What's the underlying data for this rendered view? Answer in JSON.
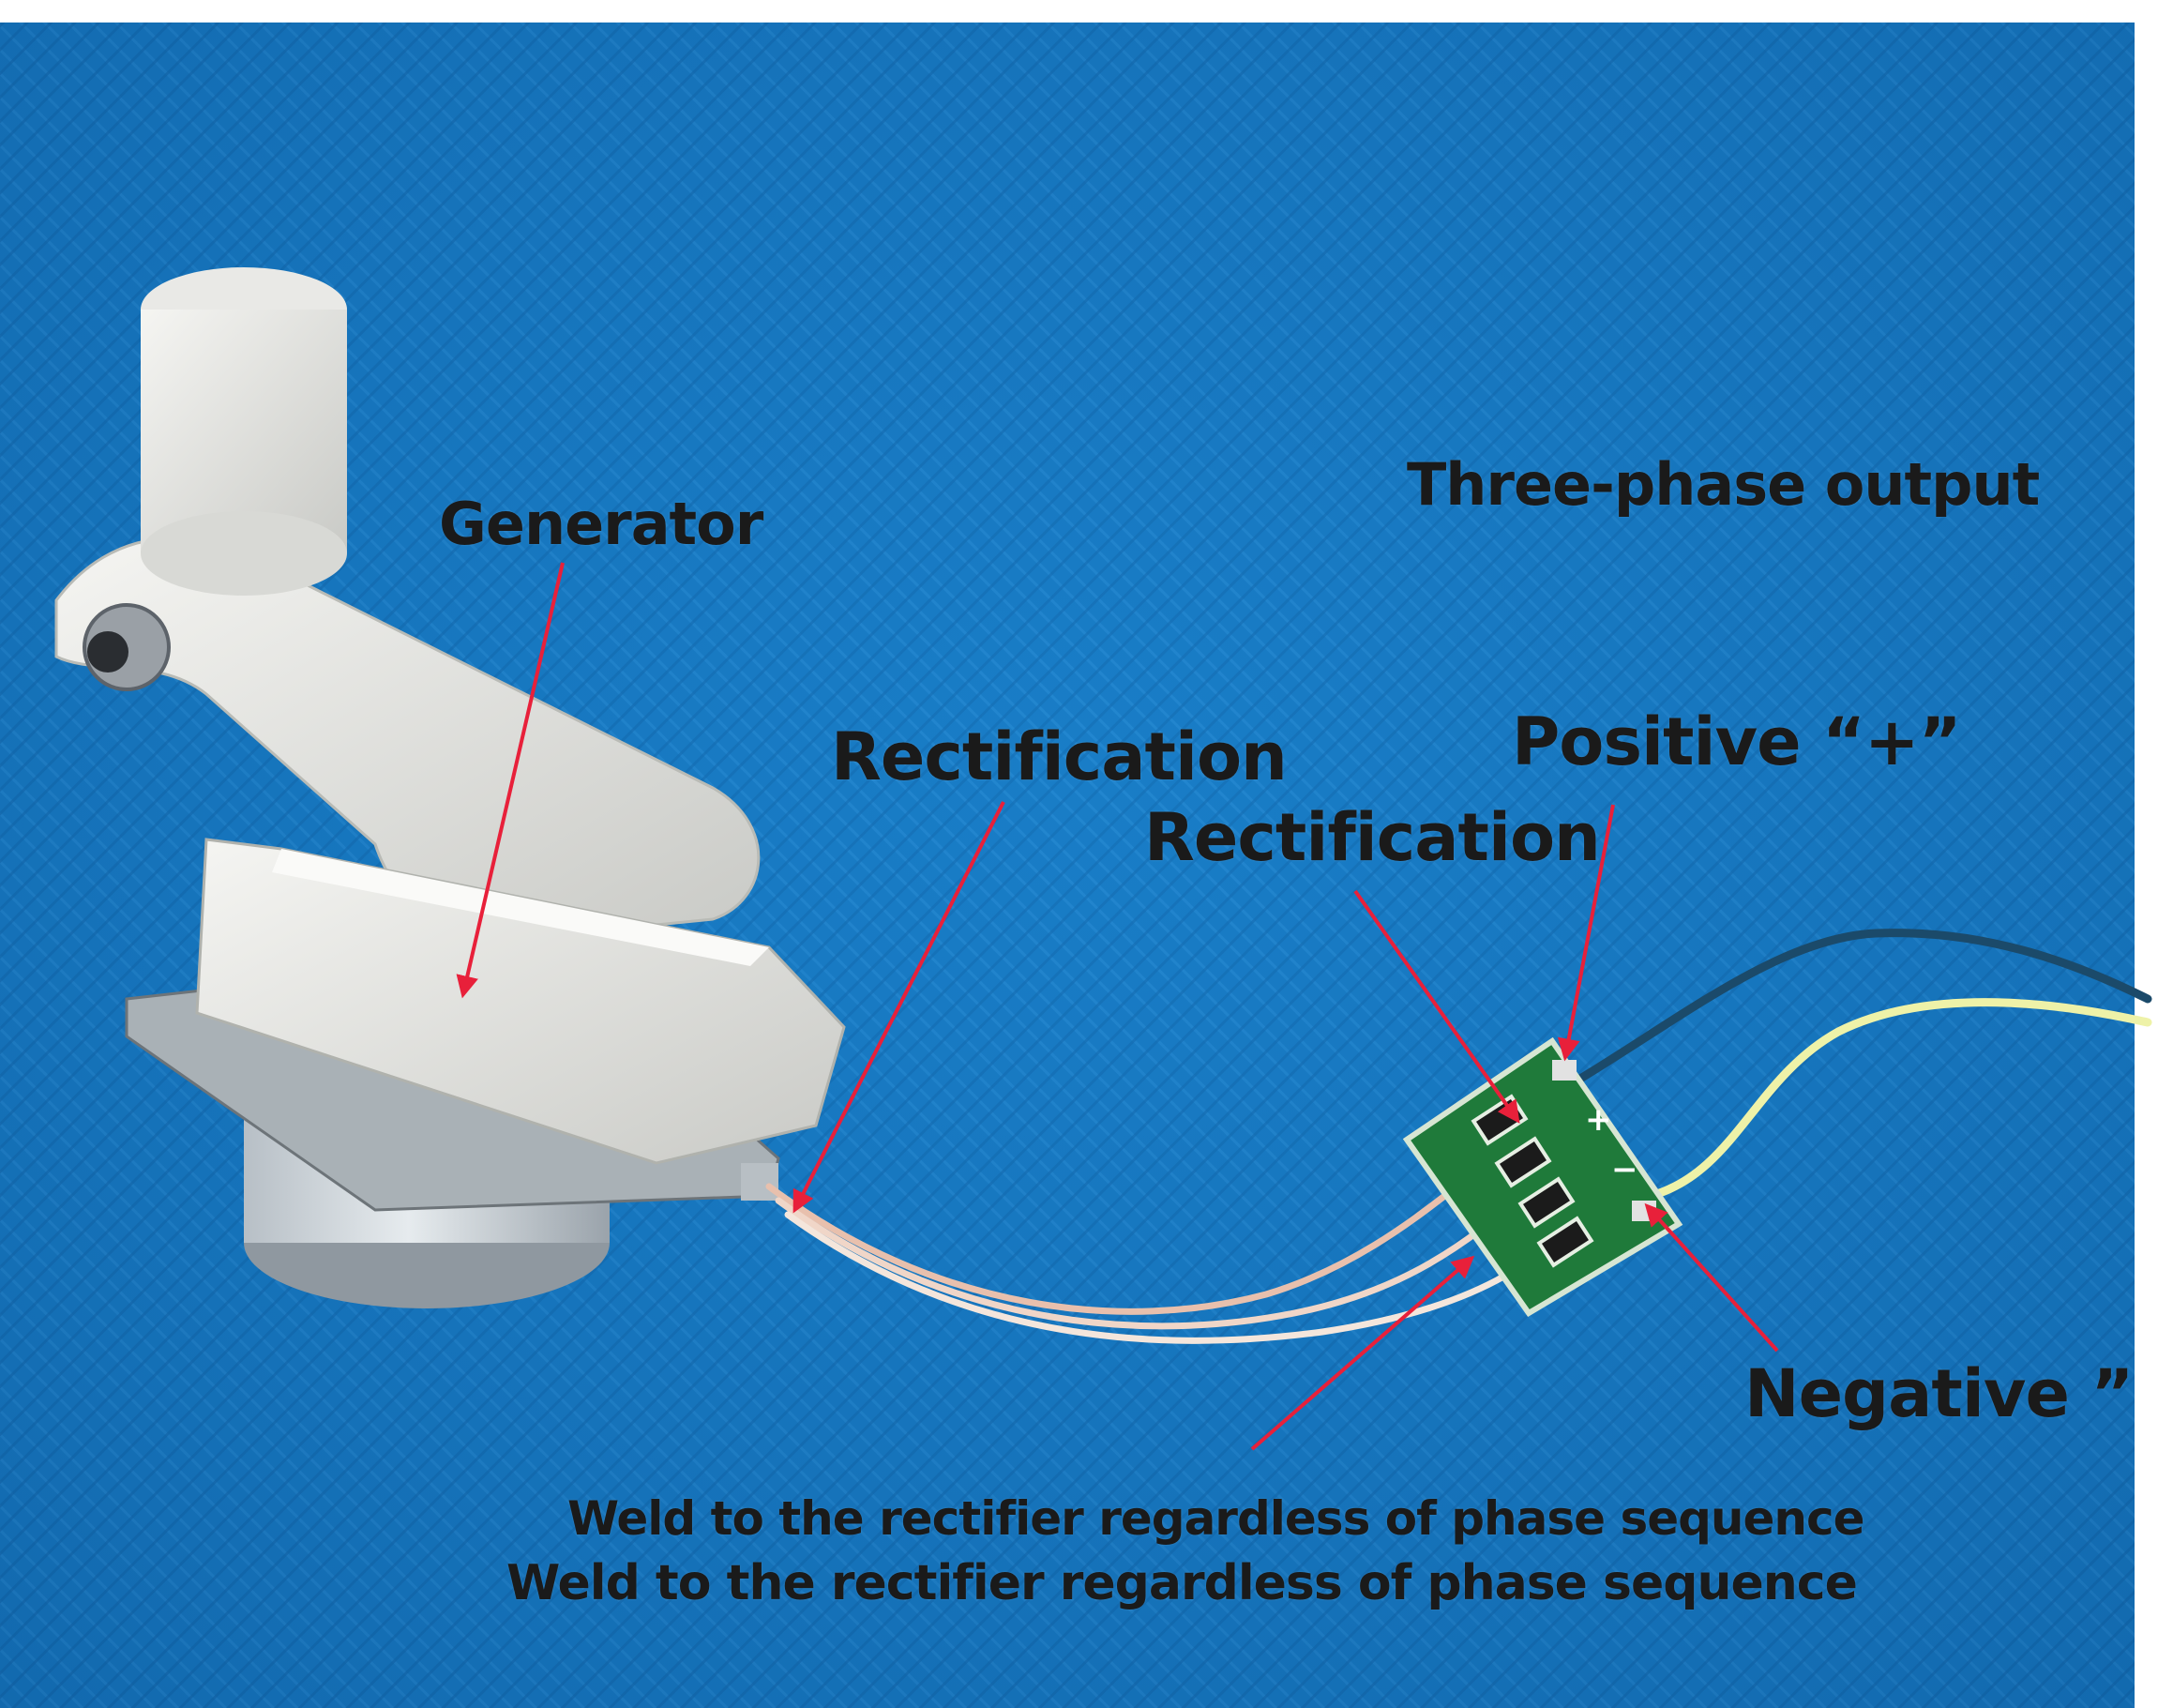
{
  "colors": {
    "background_cloth": "#1777c2",
    "arrow": "#e8203a",
    "text": "#1a1a1a",
    "board_pcb": "#1f7a3a"
  },
  "labels": {
    "three_phase": "Three-phase output",
    "generator": "Generator",
    "rectification_1": "Rectification",
    "rectification_2": "Rectification",
    "positive": "Positive “+”",
    "negative": "Negative ”",
    "weld_1": "Weld to the rectifier regardless of phase sequence",
    "weld_2": "Weld to the rectifier regardless of phase sequence"
  },
  "board_marks": {
    "plus": "+",
    "minus": "−"
  }
}
